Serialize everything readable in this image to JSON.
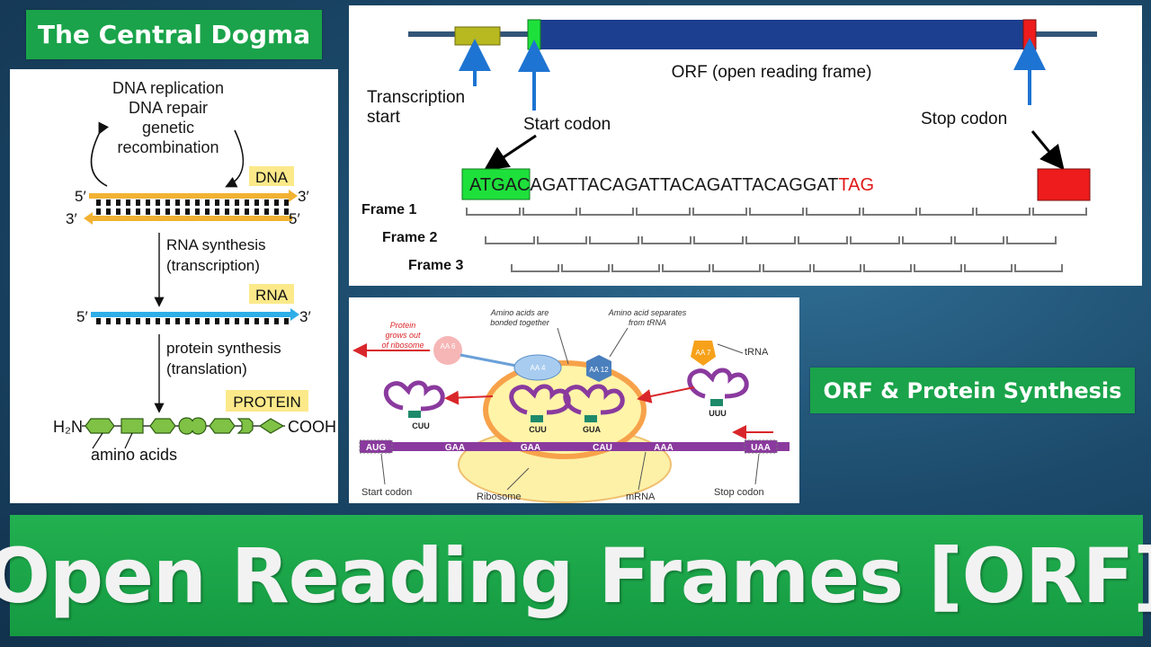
{
  "labels": {
    "central_dogma": "The Central Dogma",
    "orf_protein_synthesis": "ORF & Protein Synthesis",
    "banner_title": "Open Reading Frames [ORF]"
  },
  "dogma": {
    "process_lines": [
      "DNA replication",
      "DNA repair",
      "genetic",
      "recombination"
    ],
    "dna_tag": "DNA",
    "strand_5": "5′",
    "strand_3": "3′",
    "rna_synthesis": "RNA synthesis",
    "transcription": "(transcription)",
    "rna_tag": "RNA",
    "protein_synthesis": "protein synthesis",
    "translation": "(translation)",
    "protein_tag": "PROTEIN",
    "h2n": "H₂N",
    "cooh": "COOH",
    "amino_acids": "amino acids",
    "colors": {
      "dna_strand": "#f2b233",
      "rna_strand": "#2eaee8",
      "tag_bg": "#fbe98a"
    }
  },
  "orf": {
    "transcription_start": [
      "Transcription",
      "start"
    ],
    "start_codon": "Start codon",
    "stop_codon": "Stop codon",
    "orf_label": "ORF (open reading frame)",
    "seq_start": "ATGA",
    "seq_middle": "CAGATTACAGATTACAGATTACAGGAT",
    "seq_stop": "TAG",
    "frames": [
      "Frame 1",
      "Frame 2",
      "Frame 3"
    ],
    "colors": {
      "orf_bar": "#1d3f8f",
      "start_box": "#1ee03b",
      "stop_box": "#ee1c1c",
      "promoter": "#b8b820",
      "arrow": "#1e74d2"
    }
  },
  "synthesis": {
    "protein_grows": [
      "Protein",
      "grows out",
      "of ribosome"
    ],
    "amino_bonded": [
      "Amino acids are",
      "bonded together"
    ],
    "amino_separates": [
      "Amino acid separates",
      "from tRNA"
    ],
    "trna": "tRNA",
    "aa_labels": [
      "AA 6",
      "AA 4",
      "AA 12",
      "AA 7"
    ],
    "codons": [
      "AUG",
      "GAA",
      "GAA",
      "CAU",
      "AAA",
      "UAA"
    ],
    "anticodons": [
      "CUU",
      "CUU",
      "GUA",
      "UUU"
    ],
    "start_codon": "Start codon",
    "ribosome": "Ribosome",
    "mrna": "mRNA",
    "stop_codon": "Stop codon"
  }
}
